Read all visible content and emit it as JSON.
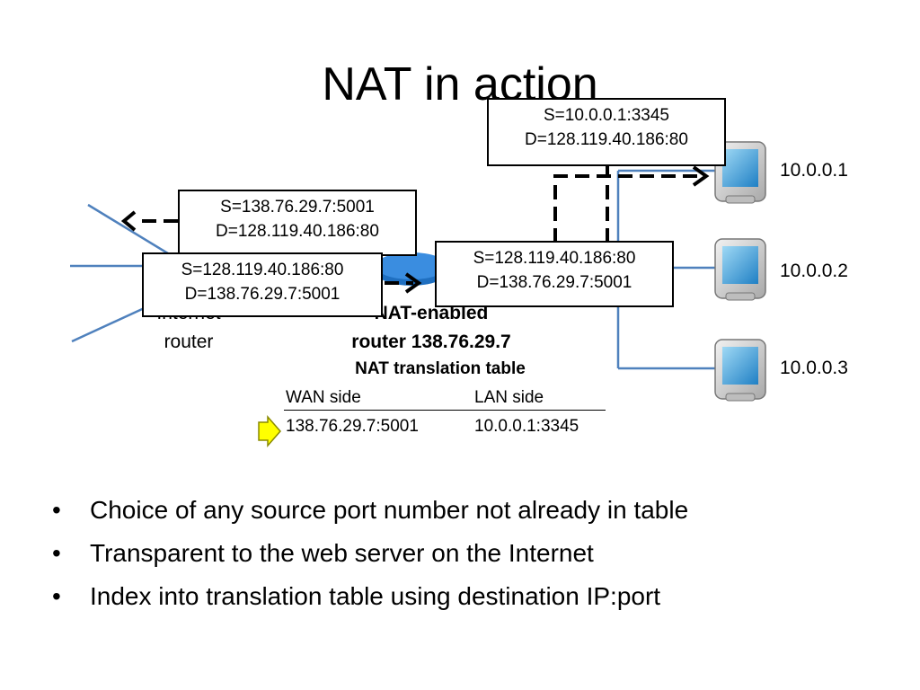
{
  "slide": {
    "title": "NAT in action"
  },
  "packets": {
    "outgoing_lan": {
      "src": "S=10.0.0.1:3345",
      "dst": "D=128.119.40.186:80"
    },
    "outgoing_wan": {
      "src": "S=138.76.29.7:5001",
      "dst": "D=128.119.40.186:80"
    },
    "reply_wan": {
      "src": "S=128.119.40.186:80",
      "dst": "D=138.76.29.7:5001"
    },
    "reply_lan": {
      "src": "S=128.119.40.186:80",
      "dst": "D=138.76.29.7:5001"
    }
  },
  "hosts": [
    {
      "label": "10.0.0.1",
      "icon": "monitor-icon"
    },
    {
      "label": "10.0.0.2",
      "icon": "monitor-icon"
    },
    {
      "label": "10.0.0.3",
      "icon": "monitor-icon"
    }
  ],
  "routers": {
    "internet": {
      "line1": "Internet",
      "line2": "router"
    },
    "nat": {
      "line1": "NAT-enabled",
      "line2": "router 138.76.29.7",
      "icon": "router-icon"
    }
  },
  "nat_table": {
    "title": "NAT translation table",
    "headers": [
      "WAN side",
      "LAN side"
    ],
    "rows": [
      {
        "wan": "138.76.29.7:5001",
        "lan": "10.0.0.1:3345"
      }
    ],
    "pointer_icon": "arrow-right-icon"
  },
  "colors": {
    "link_line": "#4f81bd",
    "router_blue": "#1f6fc0",
    "pointer_yellow": "#ffff00",
    "screen_blue": "#2f9bd6"
  },
  "bullets": [
    "Choice of any source port number not already in table",
    "Transparent to the web server on the Internet",
    "Index into translation table using destination IP:port"
  ]
}
